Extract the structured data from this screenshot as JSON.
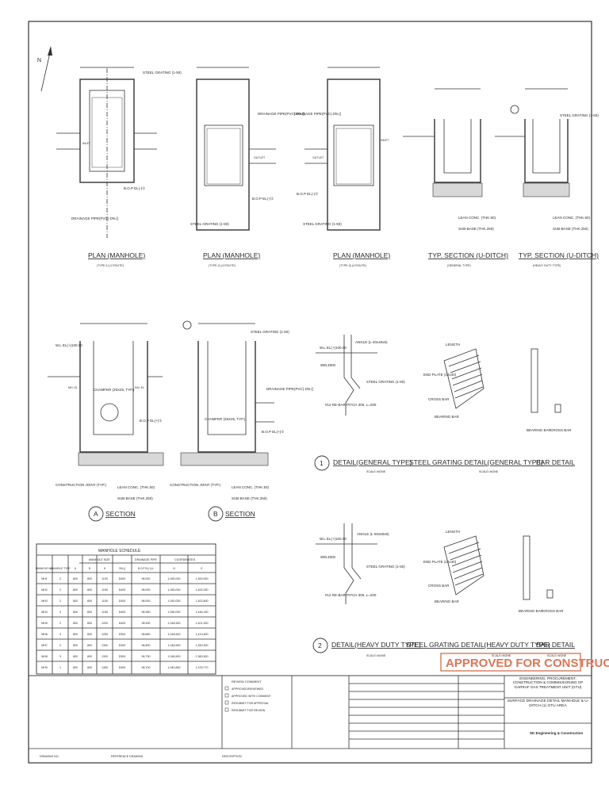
{
  "plans": [
    {
      "title": "PLAN (MANHOLE)",
      "subtitle": "(TYPE-1) (1 ROUTE)",
      "labels": {
        "steel_grating": "STEEL GRATING (1-50)",
        "drainage_pipe": "DRAINAGE PIPE(PVC) DN.()",
        "bop": "B.O.P EL(-)①",
        "inlet": "INLET"
      }
    },
    {
      "title": "PLAN (MANHOLE)",
      "subtitle": "(TYPE-2) (4 ROUTE)",
      "labels": {
        "steel_grating": "STEEL GRATING (1-50)",
        "drainage_pipe": "DRAINAGE PIPE(PVC) DN.()",
        "bop": "B.O.P EL(-)①",
        "outlet": "OUTLET"
      }
    },
    {
      "title": "PLAN (MANHOLE)",
      "subtitle": "(TYPE-3) (4 ROUTE)",
      "labels": {
        "drainage_pipe": "DRAINAGE PIPE(PVC) DN.()",
        "bop": "B.O.P EL(-)①",
        "steel_grating": "STEEL GRATING (1-50)",
        "outlet": "OUTLET",
        "inlet": "INLET"
      }
    }
  ],
  "sections": [
    {
      "title": "TYP. SECTION (U-DITCH)",
      "subtitle": "(GENERAL TYPE)",
      "lean": "LEAN CONC. (THK.50)",
      "subbase": "SUB-BASE (THK.250)"
    },
    {
      "title": "TYP. SECTION (U-DITCH)",
      "subtitle": "(HEAVY DUTY TYPE)",
      "lean": "LEAN CONC. (THK.50)",
      "subbase": "SUB-BASE (THK.250)",
      "grating": "STEEL GRATING (1-50)"
    }
  ],
  "sec_a": {
    "title": "SECTION",
    "marker": "A",
    "chamfer": "CHAMFER (25X25, TYP.)",
    "joint": "CONSTRUCTION JOINT (TYP.)",
    "lean": "LEAN CONC. (THK.50)",
    "subbase": "SUB-BASE (THK.250)",
    "bop": "B.O.P EL(+)①",
    "wl": "W.L EL(+)100.00",
    "mh_el": "MH. EL",
    "inv_el": "INV. EL"
  },
  "sec_b": {
    "title": "SECTION",
    "marker": "B",
    "chamfer": "CHAMFER (25X25, TYP.)",
    "joint": "CONSTRUCTION JOINT (TYP.)",
    "lean": "LEAN CONC. (THK.50)",
    "subbase": "SUB-BASE (THK.250)",
    "drainage_pipe": "DRAINAGE PIPE(PVC) DN.()",
    "bop": "B.O.P EL(+)①",
    "grating": "STEEL GRATING (1-50)"
  },
  "details": [
    {
      "num": "1",
      "title": "DETAIL(GENERAL TYPE)",
      "scale": "SCALE=NONE",
      "grating_title": "STEEL GRATING DETAIL(GENERAL TYPE)",
      "bar_title": "BAR DETAIL",
      "labels": {
        "angle": "ANGLE (L-40x40x5)",
        "welded": "WELDED",
        "grating": "STEEL GRATING (1-50)",
        "rebar": "#12 RE-BAR PITCH 300, L=200",
        "wl": "W.L EL(+)100.00",
        "end_plate": "END PLATE (12x40)",
        "cross_bar": "CROSS BAR",
        "bearing_bar": "BEARING BAR",
        "length": "LENGTH"
      }
    },
    {
      "num": "2",
      "title": "DETAIL(HEAVY DUTY TYPE)",
      "scale": "SCALE=NONE",
      "grating_title": "STEEL GRATING DETAIL(HEAVY DUTY TYPE)",
      "bar_title": "BAR DETAIL",
      "labels": {
        "angle": "ANGLE (L-50x50x6)",
        "welded": "WELDED",
        "grating": "STEEL GRATING (1-50)",
        "rebar": "#12 RE-BAR PITCH 300, L=200",
        "wl": "W.L EL(+)100.00",
        "end_plate": "END PLATE (12x40)",
        "cross_bar": "CROSS BAR",
        "bearing_bar": "BEARING BAR",
        "length": "LENGTH"
      }
    }
  ],
  "schedule": {
    "title": "MANHOLE SCHEDULE",
    "groups": [
      "MANHOLE SIZE",
      "DRAINAGE PIPE",
      "COORDINATES"
    ],
    "headers": [
      "MANHOLE NO.",
      "MANHOLE TYPE",
      "A",
      "B",
      "H",
      "DN.()",
      "B.O.P EL(+)①",
      "N",
      "E"
    ],
    "rows": [
      [
        "MH1",
        "2",
        "800",
        "800",
        "1100",
        "D400",
        "98.000",
        "1,050,000",
        "1,300,000"
      ],
      [
        "MH2",
        "2",
        "800",
        "800",
        "1150",
        "D400",
        "98.000",
        "1,050,000",
        "1,400,150"
      ],
      [
        "MH3",
        "2",
        "800",
        "800",
        "1100",
        "D400",
        "98.000",
        "1,050,000",
        "1,402,800"
      ],
      [
        "MH4",
        "3",
        "800",
        "800",
        "1150",
        "D400",
        "98.950",
        "1,050,000",
        "1,446,150"
      ],
      [
        "MH5",
        "2",
        "800",
        "800",
        "1200",
        "D400",
        "98.900",
        "1,048,500",
        "1,401,300"
      ],
      [
        "MH6",
        "3",
        "800",
        "800",
        "1250",
        "D300",
        "98.850",
        "1,048,500",
        "1,413,800"
      ],
      [
        "MH7",
        "2",
        "800",
        "800",
        "1300",
        "D300",
        "98.800",
        "1,048,500",
        "1,350,300"
      ],
      [
        "MH8",
        "3",
        "800",
        "800",
        "1300",
        "D300",
        "98.750",
        "1,048,500",
        "1,360,500"
      ],
      [
        "MH9",
        "1",
        "800",
        "800",
        "1350",
        "D300",
        "98.700",
        "1,040,850",
        "1,376,770"
      ]
    ]
  },
  "stamp": "APPROVED FOR CONSTRUCTION",
  "title_block": {
    "project": "ENGINEERING, PROCUREMENT, CONSTRUCTION & COMMISSIONING OF GARRAF GAS TREATMENT UNIT (GTU)",
    "drawing": "SURFACE DRAINAGE DETAIL MANHOLE & U-DITCH (1) GTU AREA",
    "company": "SK Engineering & Construction",
    "review": [
      "REVIEW COMMENT",
      "APPROVED/REVIEWED",
      "APPROVED WITH COMMENT",
      "RESUBMIT FOR APPROVAL",
      "RESUBMIT FOR REVIEW"
    ],
    "footer": [
      "DRAWING NO.",
      "REFERENCE DRAWING",
      "DESCRIPTION"
    ]
  },
  "north": {
    "label": "N"
  }
}
